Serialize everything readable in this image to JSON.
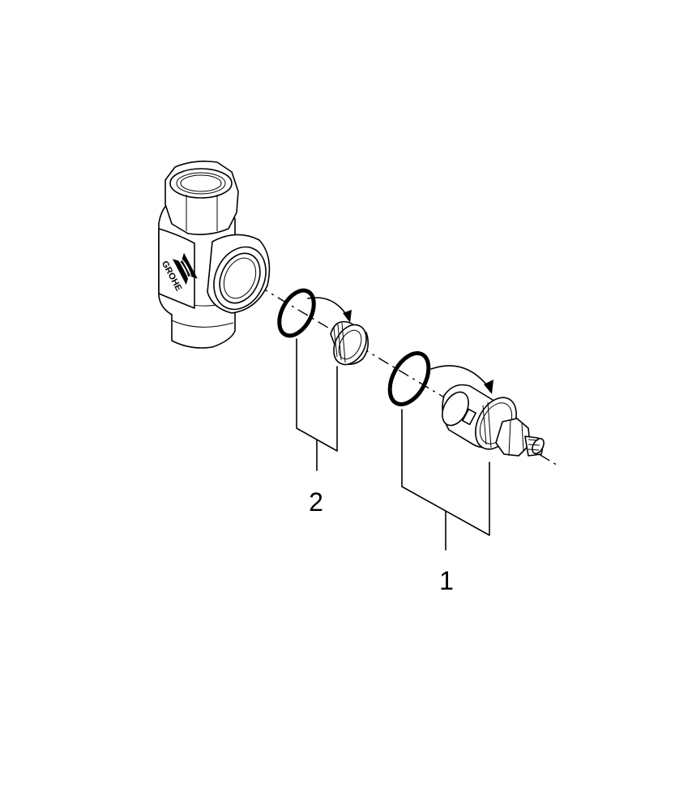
{
  "diagram": {
    "brand_mark": "GROHE",
    "callouts": [
      {
        "id": "1",
        "label": "1"
      },
      {
        "id": "2",
        "label": "2"
      }
    ],
    "colors": {
      "line": "#000000",
      "background": "#ffffff"
    }
  }
}
